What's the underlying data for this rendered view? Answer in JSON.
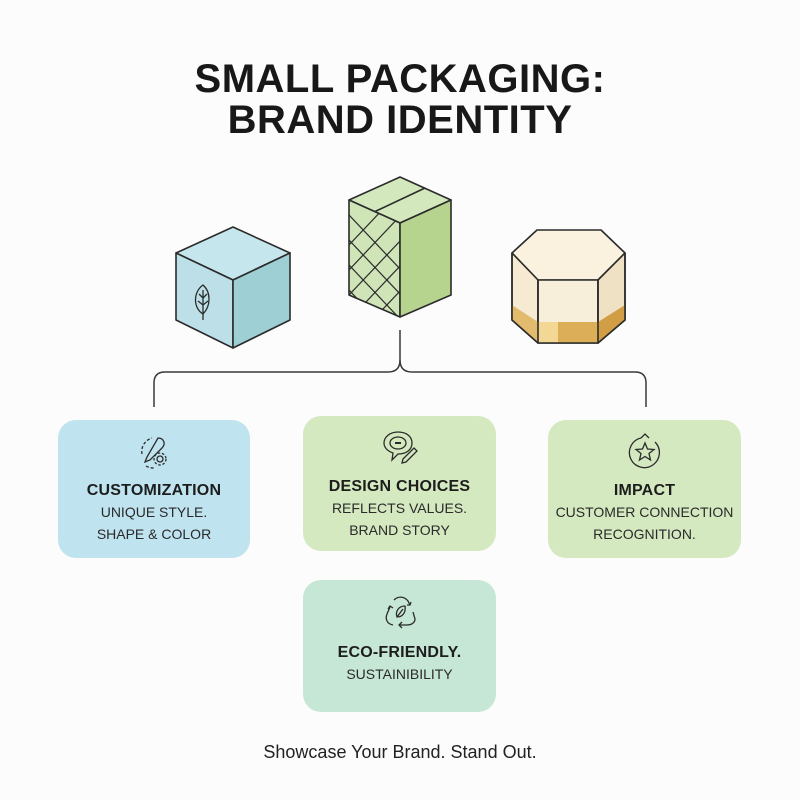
{
  "title": {
    "line1": "SMALL PACKAGING:",
    "line2": "BRAND IDENTITY"
  },
  "packages": [
    {
      "name": "blue-cube",
      "shape": "cube",
      "icon": "leaf-icon",
      "colors": {
        "top": "#c5e6ec",
        "left": "#bde0e8",
        "right": "#9dcfd4"
      }
    },
    {
      "name": "green-box",
      "shape": "tall-box",
      "pattern": "crosshatch",
      "colors": {
        "top": "#d3e8bd",
        "left": "#cfe5b8",
        "right": "#b6d48e"
      }
    },
    {
      "name": "cream-hexagon",
      "shape": "hexagonal-prism",
      "colors": {
        "top": "#faf2df",
        "side": "#f6ebd2",
        "band": "#d9a94f"
      }
    }
  ],
  "cards": [
    {
      "id": "customization",
      "icon": "brush-gear-icon",
      "heading": "CUSTOMIZATION",
      "lines": [
        "UNIQUE STYLE.",
        "SHAPE & COLOR"
      ],
      "color": "#bfe3ef"
    },
    {
      "id": "design",
      "icon": "chat-pencil-icon",
      "heading": "DESIGN CHOICES",
      "lines": [
        "REFLECTS VALUES.",
        "BRAND STORY"
      ],
      "color": "#d4e9c0"
    },
    {
      "id": "impact",
      "icon": "star-circle-icon",
      "heading": "IMPACT",
      "lines": [
        "CUSTOMER CONNECTION",
        "RECOGNITION."
      ],
      "color": "#d4e9c0"
    },
    {
      "id": "eco",
      "icon": "recycle-leaf-icon",
      "heading": "ECO-FRIENDLY.",
      "lines": [
        "SUSTAINIBILITY"
      ],
      "color": "#c6e7d6"
    }
  ],
  "tagline": "Showcase Your Brand. Stand Out.",
  "colors": {
    "stroke": "#2b2b2b",
    "background": "#fcfcfc"
  }
}
